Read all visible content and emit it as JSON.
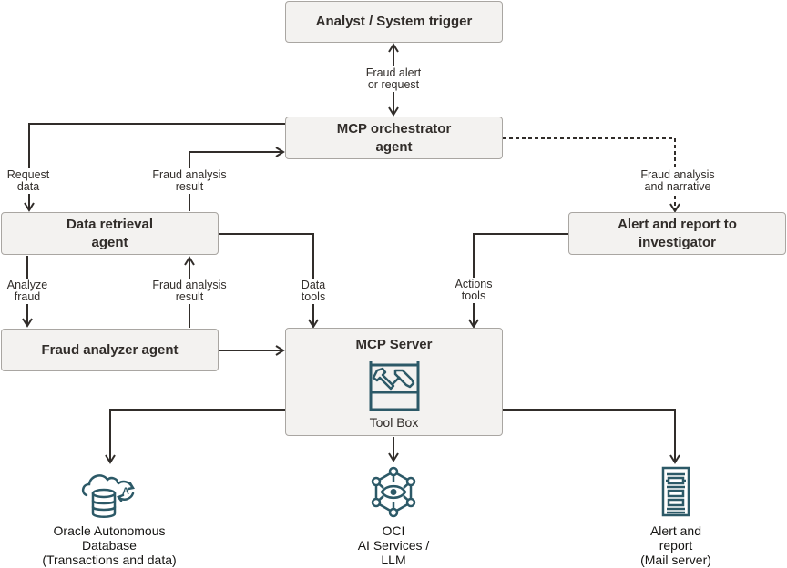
{
  "nodes": {
    "trigger": "Analyst / System trigger",
    "orchestrator": "MCP orchestrator agent",
    "data_retrieval": "Data retrieval agent",
    "fraud_analyzer": "Fraud analyzer agent",
    "alert_report": "Alert and report to investigator",
    "mcp_server": {
      "title": "MCP Server",
      "subtitle": "Tool Box",
      "icon": "toolbox-icon"
    }
  },
  "edge_labels": {
    "fraud_alert": "Fraud alert\nor request",
    "request_data": "Request\ndata",
    "fraud_result_top": "Fraud analysis\nresult",
    "fraud_narrative": "Fraud analysis\nand narrative",
    "analyze_fraud": "Analyze\nfraud",
    "fraud_result_mid": "Fraud analysis\nresult",
    "data_tools": "Data\ntools",
    "actions_tools": "Actions\ntools"
  },
  "resources": [
    {
      "label": "Oracle Autonomous\nDatabase\n(Transactions and data)",
      "icon": "autonomous-database-icon"
    },
    {
      "label": "OCI\nAI Services /\nLLM",
      "icon": "ai-services-icon"
    },
    {
      "label": "Alert and\nreport\n(Mail server)",
      "icon": "mail-server-icon"
    }
  ],
  "colors": {
    "box_fill": "#f3f2f0",
    "box_border": "#a9a6a2",
    "line": "#312d2a",
    "icon": "#2c5967"
  }
}
